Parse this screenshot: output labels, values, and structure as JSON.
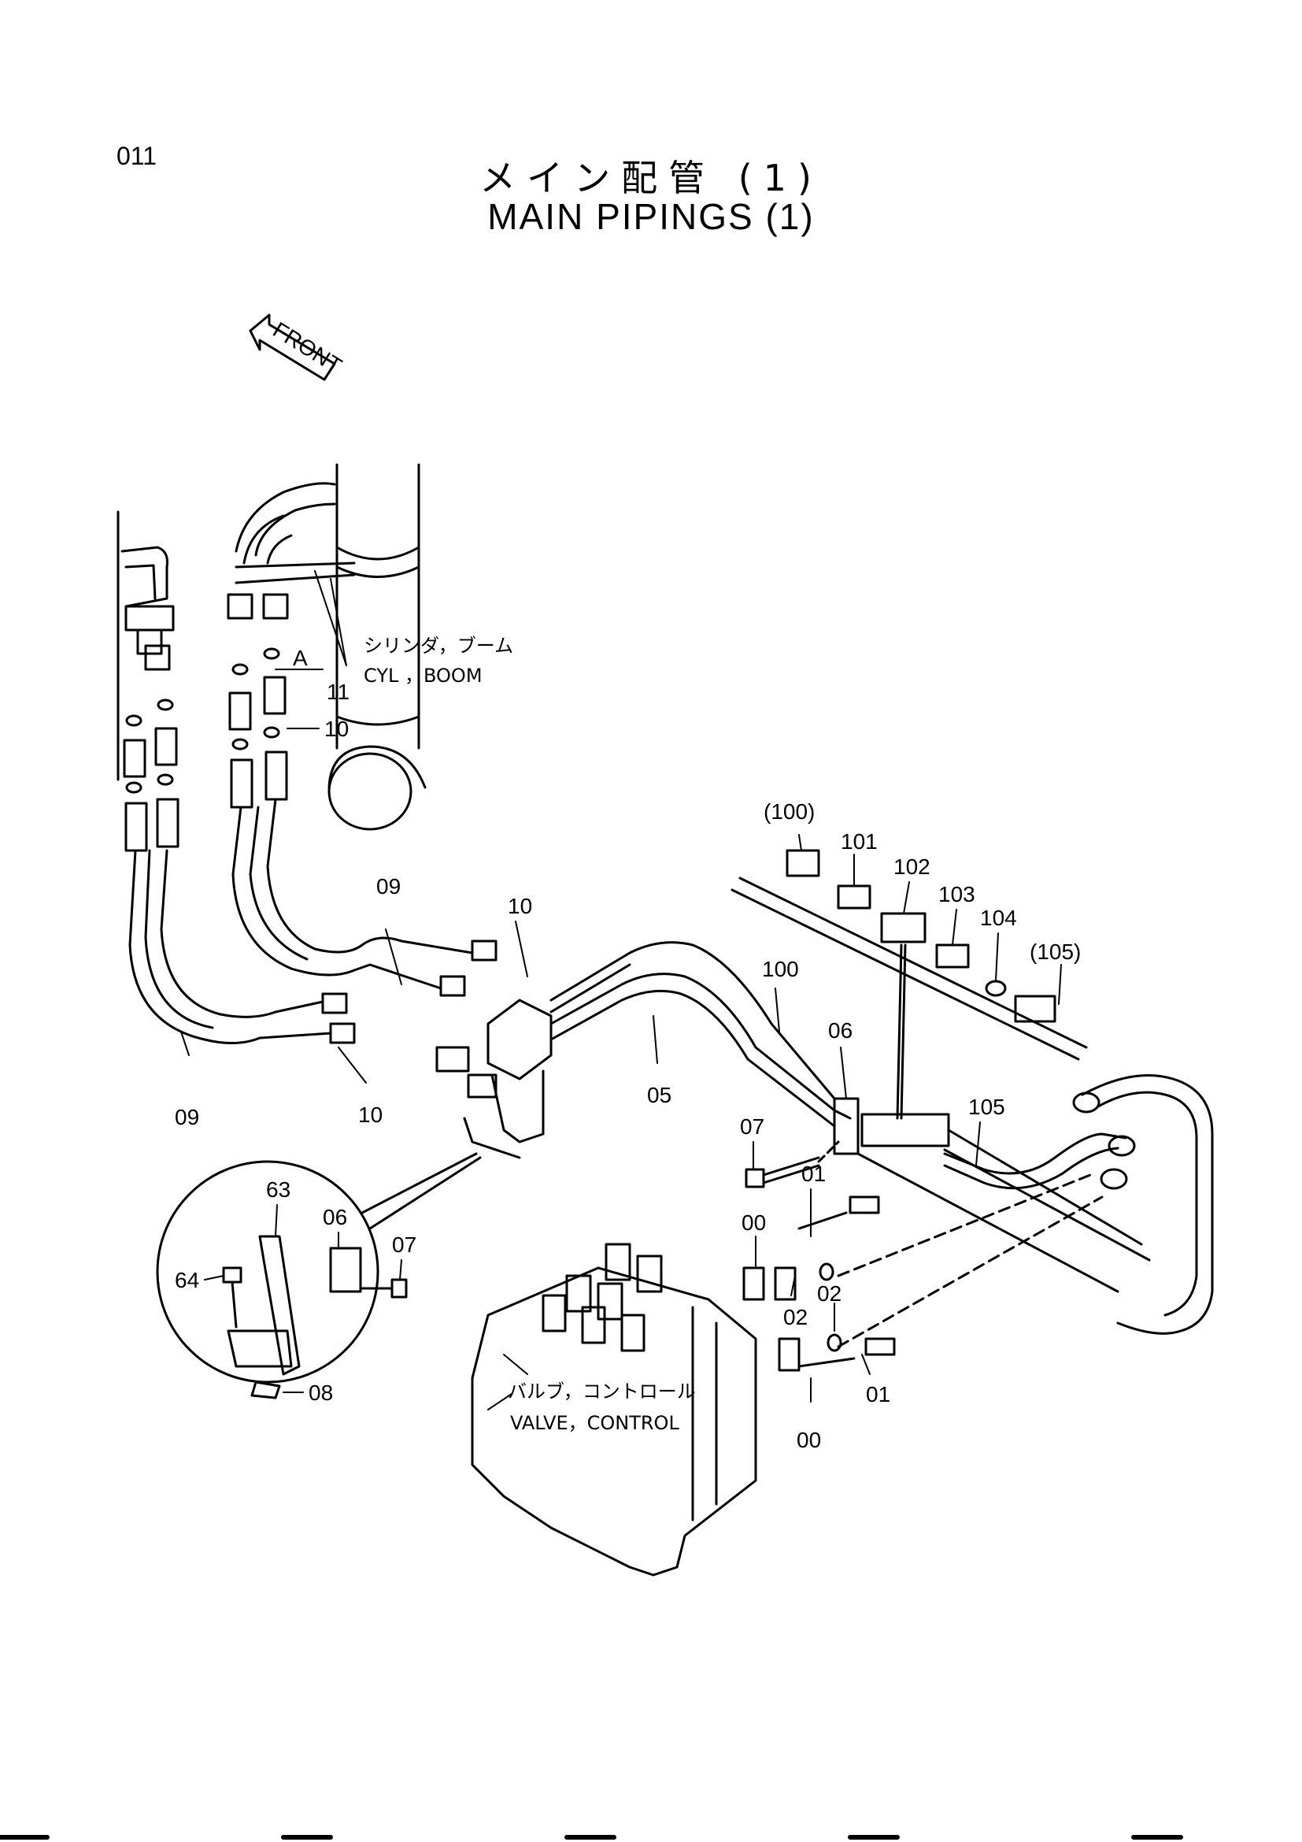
{
  "page_number": "011",
  "title": {
    "jp": "メイン配管 (1)",
    "en": "MAIN PIPINGS (1)"
  },
  "front_label": "FRONT",
  "callouts": {
    "boom_jp": "シリンダ，ブーム",
    "boom_en": "CYL ，BOOM",
    "valve_jp": "バルブ，コントロール",
    "valve_en": "VALVE，CONTROL"
  },
  "part_labels": {
    "A": "A",
    "p11": "11",
    "p10a": "10",
    "p09a": "09",
    "p10b": "10",
    "p09b": "09",
    "p10c": "10",
    "p05": "05",
    "p100": "100",
    "p06": "06",
    "p07": "07",
    "p105": "105",
    "p01a": "01",
    "p00a": "00",
    "p02a": "02",
    "p02b": "02",
    "p01b": "01",
    "p00b": "00",
    "p100p": "(100)",
    "p101": "101",
    "p102": "102",
    "p103": "103",
    "p104": "104",
    "p105p": "(105)",
    "d63": "63",
    "d06": "06",
    "d07": "07",
    "d64": "64",
    "d08": "08"
  },
  "colors": {
    "ink": "#000000",
    "paper": "#ffffff"
  }
}
